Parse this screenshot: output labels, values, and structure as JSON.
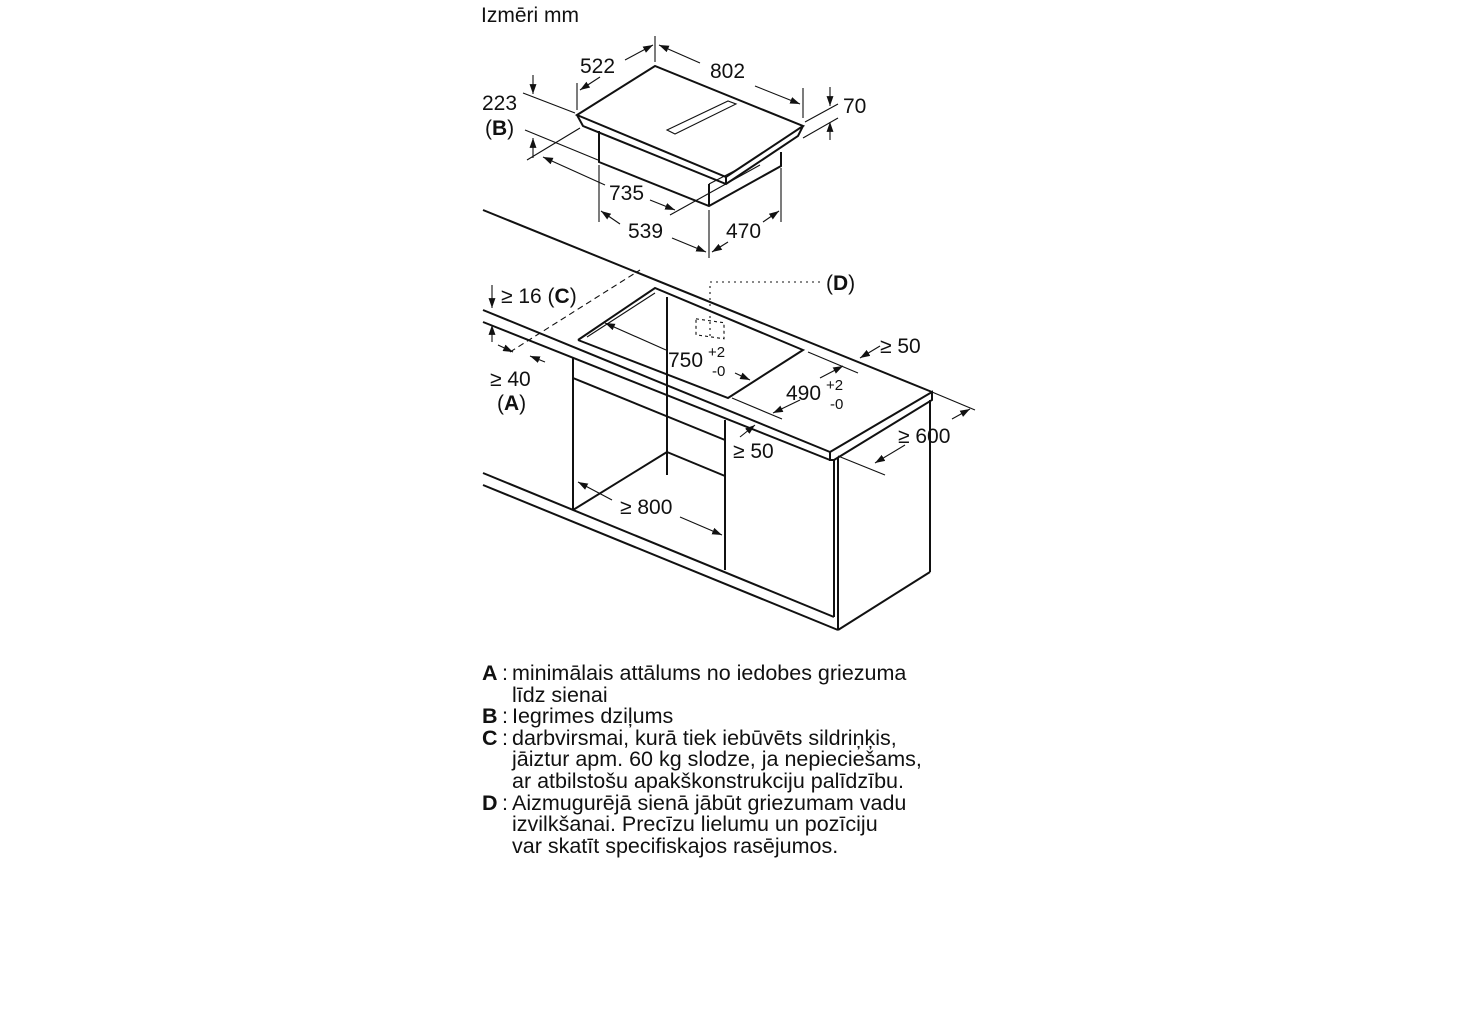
{
  "title": "Izmēri mm",
  "appliance": {
    "width": "802",
    "depth": "522",
    "height_total": "223",
    "height_total_ref": "B",
    "top_thickness": "70",
    "body_width": "735",
    "body_front": "539",
    "body_depth": "470"
  },
  "installation": {
    "worktop_min": "≥ 16",
    "worktop_ref": "C",
    "wall_distance": "≥ 40",
    "wall_ref": "A",
    "cutout_width": "750",
    "cutout_width_tol_plus": "+2",
    "cutout_width_tol_minus": "-0",
    "cutout_depth": "490",
    "cutout_depth_tol_plus": "+2",
    "cutout_depth_tol_minus": "-0",
    "back_margin": "≥ 50",
    "front_margin": "≥ 50",
    "worktop_depth": "≥ 600",
    "cabinet_width": "≥ 800",
    "cable_ref": "D"
  },
  "legend": [
    {
      "key": "A",
      "lines": [
        "minimālais attālums no iedobes griezuma",
        "līdz sienai"
      ]
    },
    {
      "key": "B",
      "lines": [
        "Iegrimes dziļums"
      ]
    },
    {
      "key": "C",
      "lines": [
        "darbvirsmai, kurā tiek iebūvēts sildriņķis,",
        "jāiztur apm. 60 kg slodze, ja nepieciešams,",
        "ar atbilstošu apakškonstrukciju palīdzību."
      ]
    },
    {
      "key": "D",
      "lines": [
        "Aizmugurējā sienā jābūt griezumam vadu",
        "izvilkšanai. Precīzu lielumu un pozīciju",
        "var skatīt specifiskajos rasējumos."
      ]
    }
  ]
}
